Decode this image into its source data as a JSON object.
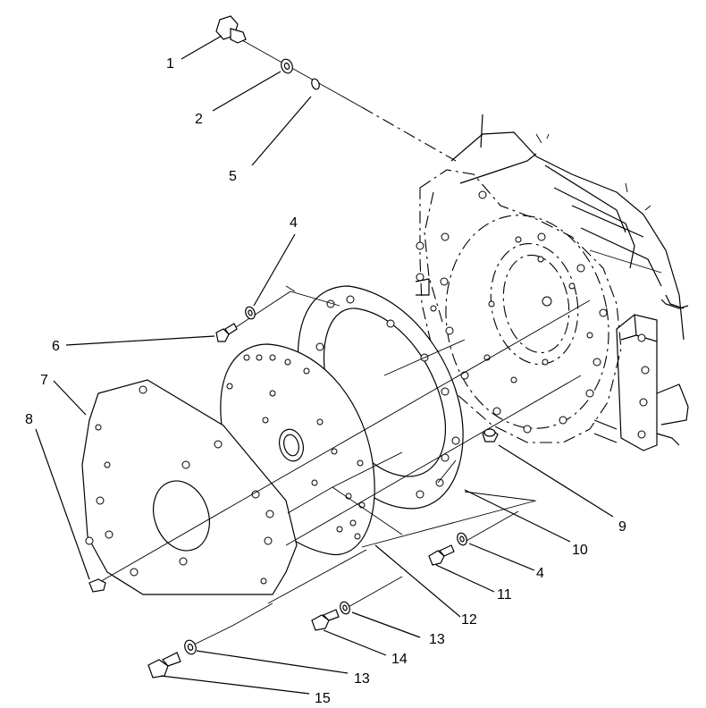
{
  "callouts": [
    {
      "id": "c1",
      "text": "1"
    },
    {
      "id": "c2",
      "text": "2"
    },
    {
      "id": "c5",
      "text": "5"
    },
    {
      "id": "c4a",
      "text": "4"
    },
    {
      "id": "c6",
      "text": "6"
    },
    {
      "id": "c7",
      "text": "7"
    },
    {
      "id": "c8",
      "text": "8"
    },
    {
      "id": "c9",
      "text": "9"
    },
    {
      "id": "c10",
      "text": "10"
    },
    {
      "id": "c4b",
      "text": "4"
    },
    {
      "id": "c11",
      "text": "11"
    },
    {
      "id": "c12",
      "text": "12"
    },
    {
      "id": "c13a",
      "text": "13"
    },
    {
      "id": "c14",
      "text": "14"
    },
    {
      "id": "c13b",
      "text": "13"
    },
    {
      "id": "c15",
      "text": "15"
    }
  ],
  "parts": {
    "bolt_top": "capscrew-1",
    "washer_top": "washer-2",
    "lockwasher_top": "lockwasher-5",
    "housing": "flywheel-housing",
    "spacer_ring": "spacer-ring-10",
    "drive_plate": "drive-plate-12",
    "adapter_plate": "adapter-plate-7",
    "dowel": "dowel-pin-8",
    "pin_9": "pin-9"
  }
}
